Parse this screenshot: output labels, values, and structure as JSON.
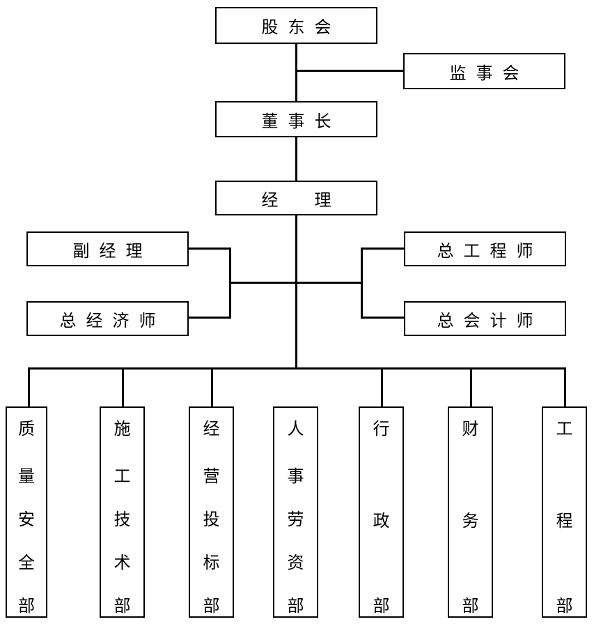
{
  "top": {
    "shareholders": "股东会",
    "supervisors": "监事会",
    "chairman": "董事长",
    "manager": "经　理"
  },
  "left": {
    "deputy_manager": "副经理",
    "chief_economist": "总经济师"
  },
  "right": {
    "chief_engineer": "总工程师",
    "chief_accountant": "总会计师"
  },
  "departments": [
    {
      "label": "质量安全部",
      "chars": [
        "质",
        "量",
        "安",
        "全",
        "部"
      ]
    },
    {
      "label": "施工技术部",
      "chars": [
        "施",
        "工",
        "技",
        "术",
        "部"
      ]
    },
    {
      "label": "经营投标部",
      "chars": [
        "经",
        "营",
        "投",
        "标",
        "部"
      ]
    },
    {
      "label": "人事劳资部",
      "chars": [
        "人",
        "事",
        "劳",
        "资",
        "部"
      ]
    },
    {
      "label": "行政部",
      "chars": [
        "行",
        "政",
        "部"
      ]
    },
    {
      "label": "财务部",
      "chars": [
        "财",
        "务",
        "部"
      ]
    },
    {
      "label": "工程部",
      "chars": [
        "工",
        "程",
        "部"
      ]
    }
  ]
}
